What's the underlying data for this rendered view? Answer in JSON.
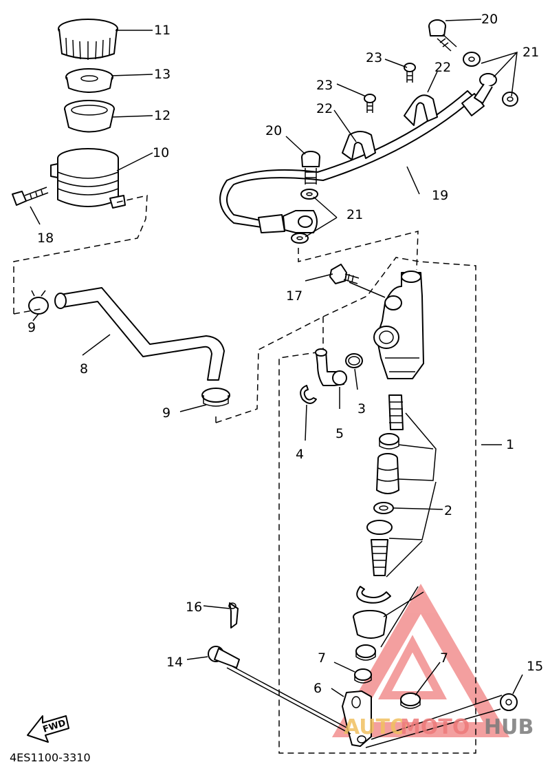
{
  "diagram_code": "4ES1100-3310",
  "fwd_label": "FWD",
  "watermark": {
    "part1": "AUTO",
    "part2": "MOTO",
    "part3": "HUB",
    "color_logo": "#f08080",
    "color_auto": "#f0c060",
    "color_moto": "#ee7a7a",
    "color_hub": "#7a7a7a"
  },
  "callouts": {
    "c1": "1",
    "c2": "2",
    "c3": "3",
    "c4": "4",
    "c5": "5",
    "c6": "6",
    "c7a": "7",
    "c7b": "7",
    "c8": "8",
    "c9a": "9",
    "c9b": "9",
    "c10": "10",
    "c11": "11",
    "c12": "12",
    "c13": "13",
    "c14": "14",
    "c15": "15",
    "c16": "16",
    "c17": "17",
    "c18": "18",
    "c19": "19",
    "c20a": "20",
    "c20b": "20",
    "c21a": "21",
    "c21b": "21",
    "c22a": "22",
    "c22b": "22",
    "c23a": "23",
    "c23b": "23"
  }
}
